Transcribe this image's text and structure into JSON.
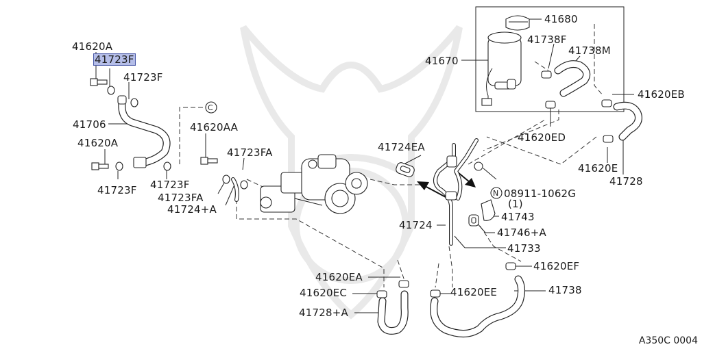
{
  "diagram": {
    "reference_code": "A350C 0004",
    "highlight_color": "#b4bde8",
    "labels": {
      "p41620A_top": "41620A",
      "p41723F_hl": "41723F",
      "p41723F_a": "41723F",
      "p41706": "41706",
      "p41620A_mid": "41620A",
      "p41723F_b": "41723F",
      "p41723F_c": "41723F",
      "circleC": "C",
      "p41620AA": "41620AA",
      "p41723FA_a": "41723FA",
      "p41723FA_b": "41723FA",
      "p41724A": "41724+A",
      "p41670": "41670",
      "p41680": "41680",
      "p41738F": "41738F",
      "p41738M": "41738M",
      "p41620EB": "41620EB",
      "p41620ED": "41620ED",
      "p41724EA": "41724EA",
      "p41620E": "41620E",
      "p41728": "41728",
      "nut_symbol": "N",
      "p08911": "08911-1062G",
      "qty1": "(1)",
      "p41743": "41743",
      "p41746A": "41746+A",
      "p41724": "41724",
      "p41733": "41733",
      "p41620EF": "41620EF",
      "p41620EA": "41620EA",
      "p41620EC": "41620EC",
      "p41620EE": "41620EE",
      "p41738": "41738",
      "p41728A": "41728+A"
    }
  }
}
